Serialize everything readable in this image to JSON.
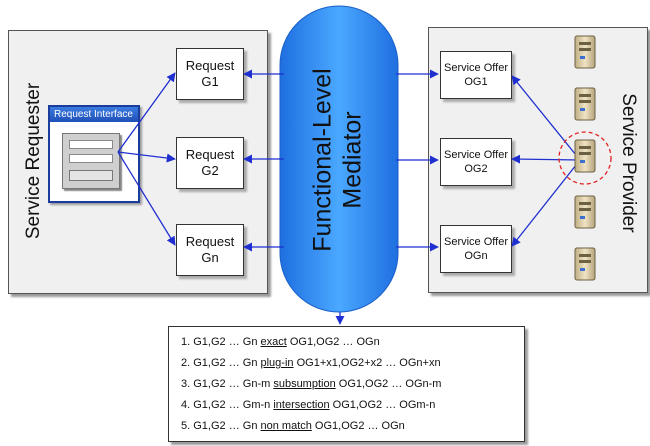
{
  "requester": {
    "label": "Service Requester"
  },
  "provider": {
    "label": "Service Provider"
  },
  "request_interface": {
    "title": "Request Interface"
  },
  "mediator": {
    "line1": "Functional-Level",
    "line2": "Mediator"
  },
  "requests": [
    {
      "line1": "Request",
      "line2": "G1"
    },
    {
      "line1": "Request",
      "line2": "G2"
    },
    {
      "line1": "Request",
      "line2": "Gn"
    }
  ],
  "offers": [
    {
      "line1": "Service Offer",
      "line2": "OG1"
    },
    {
      "line1": "Service Offer",
      "line2": "OG2"
    },
    {
      "line1": "Service Offer",
      "line2": "OGn"
    }
  ],
  "matches": [
    {
      "num": "1.",
      "pre": "G1,G2 … Gn ",
      "kw": "exact",
      "post": " OG1,OG2 … OGn"
    },
    {
      "num": "2.",
      "pre": "G1,G2 … Gn ",
      "kw": "plug-in",
      "post": " OG1+x1,OG2+x2 … OGn+xn"
    },
    {
      "num": "3.",
      "pre": "G1,G2 … Gn-m ",
      "kw": "subsumption",
      "post": " OG1,OG2 … OGn-m"
    },
    {
      "num": "4.",
      "pre": "G1,G2 … Gm-n ",
      "kw": "intersection",
      "post": " OG1,OG2 … OGm-n"
    },
    {
      "num": "5.",
      "pre": "G1,G2 … Gn ",
      "kw": "non match",
      "post": " OG1,OG2 … OGn"
    }
  ],
  "colors": {
    "arrow": "#1f2fd0",
    "mediator_fill": "#2f8ff0",
    "highlight_ring": "#e02020",
    "server_body": "#d9c9a0"
  },
  "icons": [
    "server-icon",
    "request-form-icon"
  ]
}
